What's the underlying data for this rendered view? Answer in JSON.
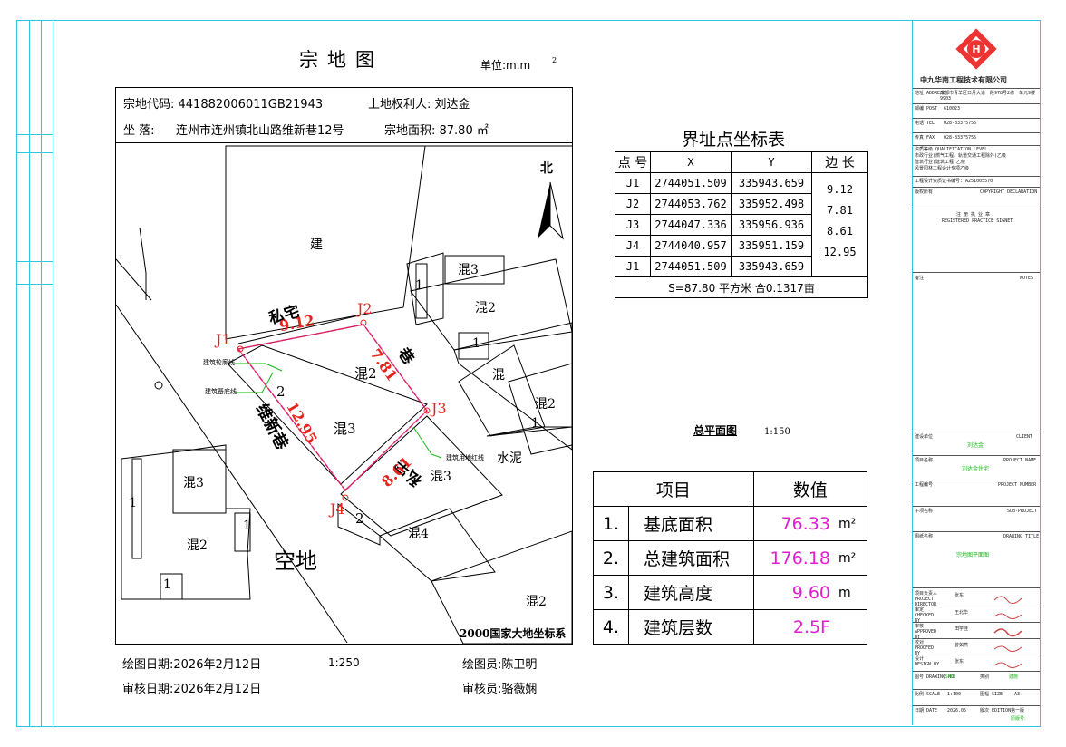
{
  "title_block": {
    "company": "中九华南工程技术有限公司",
    "address_label": "地址 ADDRESS",
    "address": "成都市青羊区日月大道一段978号2栋一单元9楼9903",
    "post_label": "邮编 POST",
    "post": "610023",
    "tel_label": "电话 TEL",
    "tel": "028-83375755",
    "fax_label": "传真 FAX",
    "fax": "028-83375755",
    "qual_label": "资质等级 QUALIFICATION LEVEL",
    "qual_1": "市政行业(燃气工程、轨道交通工程除外)乙级",
    "qual_2": "建筑行业(建筑工程)乙级",
    "qual_3": "风景园林工程设计专项乙级",
    "cert": "工程设计资质证书编号: A251005570",
    "copyright_label": "版权所有",
    "copyright_en": "COPYRIGHT DECLARATION",
    "reg_seal": "注 册 执 业 章",
    "reg_seal_en": "REGISTERED PRACTICE SIGNET",
    "notes_label": "备注:",
    "notes_en": "NOTES",
    "client_label": "建设单位",
    "client_en": "CLIENT",
    "client": "刘达金",
    "project_label": "项目名称",
    "project_en": "PROJECT NAME",
    "project": "刘达金住宅",
    "project_no_label": "工程编号",
    "project_no_en": "PROJECT NUMBER",
    "sub_label": "子项名称",
    "sub_en": "SUB-PROJECT",
    "drawing_title_label": "图纸名称",
    "drawing_title_en": "DRAWING TITLE",
    "drawing_title": "宗地图平面图",
    "roles": [
      {
        "label": "项目负责人 PROJECT DIRECTOR",
        "name": "张东"
      },
      {
        "label": "审定 CHECKED BY",
        "name": "王北华"
      },
      {
        "label": "审核 APPROVED BY",
        "name": "田学佳"
      },
      {
        "label": "校对 PROOFED BY",
        "name": "曾如燕"
      },
      {
        "label": "设计 DESIGN BY",
        "name": "张东"
      }
    ],
    "drawing_no_label": "图号 DRAWING NO.",
    "drawing_no": "JS-01",
    "category_label": "类别",
    "category": "建施",
    "scale_label": "比例 SCALE",
    "scale": "1:100",
    "size_label": "图幅 SIZE",
    "size": "A3",
    "date_label": "日期 DATE",
    "date": "2026.05",
    "edition_label": "版次 EDITION",
    "edition": "第一版",
    "footer_note": "原版号:"
  },
  "map": {
    "title": "宗地图",
    "unit": "单位:m.m",
    "unit_sup": "2",
    "parcel_code": "宗地代码: 441882006011GB21943",
    "owner": "土地权利人: 刘达金",
    "location_label": "坐    落:",
    "location": "连州市连州镇北山路维新巷12号",
    "area": "宗地面积: 87.80 ㎡",
    "north": "北",
    "coord_system": "2000国家大地坐标系",
    "labels": {
      "building_top": "建",
      "hun3_top": "混3",
      "hun2_right": "混2",
      "hun1_right": "1",
      "hun_a": "混",
      "hun2_b": "混2",
      "hun2_parcel": "混2",
      "hun3_parcel": "混3",
      "num2_parcel": "2",
      "cement": "水泥",
      "hun3_lower": "混3",
      "hun4": "混4",
      "hun3_left": "混3",
      "hun2_left": "混2",
      "hun2_bottom": "混2",
      "one_a": "1",
      "one_b": "1",
      "one_c": "1",
      "one_d": "1",
      "one_e": "1",
      "one_small": "1",
      "num2_j4": "2",
      "empty_land": "空地",
      "road_private": "私宅",
      "lane": "巷",
      "weixin_lane": "维新巷",
      "private_lower": "私宅",
      "j1": "J1",
      "j2": "J2",
      "j3": "J3",
      "j4": "J4",
      "len_j1j2": "9.12",
      "len_j2j3": "7.81",
      "len_j3j4": "8.61",
      "len_j4j1": "12.95",
      "bld_outline": "建筑轮廓线",
      "bld_base": "建筑基底线",
      "bld_redline": "建筑用地红线"
    }
  },
  "coord_table": {
    "title": "界址点坐标表",
    "headers": [
      "点 号",
      "X",
      "Y",
      "边 长"
    ],
    "rows": [
      {
        "pt": "J1",
        "x": "2744051.509",
        "y": "335943.659"
      },
      {
        "pt": "J2",
        "x": "2744053.762",
        "y": "335952.498"
      },
      {
        "pt": "J3",
        "x": "2744047.336",
        "y": "335956.936"
      },
      {
        "pt": "J4",
        "x": "2744040.957",
        "y": "335951.159"
      },
      {
        "pt": "J1",
        "x": "2744051.509",
        "y": "335943.659"
      }
    ],
    "lengths": [
      "9.12",
      "7.81",
      "8.61",
      "12.95"
    ],
    "total": "S=87.80 平方米 合0.1317亩"
  },
  "plan": {
    "title": "总平面图",
    "scale": "1:150"
  },
  "stats_table": {
    "headers": [
      "项目",
      "数值"
    ],
    "rows": [
      {
        "no": "1.",
        "item": "基底面积",
        "value": "76.33",
        "unit": "m²"
      },
      {
        "no": "2.",
        "item": "总建筑面积",
        "value": "176.18",
        "unit": "m²"
      },
      {
        "no": "3.",
        "item": "建筑高度",
        "value": "9.60",
        "unit": "m"
      },
      {
        "no": "4.",
        "item": "建筑层数",
        "value": "2.5F",
        "unit": ""
      }
    ]
  },
  "footer": {
    "draw_date": "绘图日期:2026年2月12日",
    "scale": "1:250",
    "drawer": "绘图员:陈卫明",
    "review_date": "审核日期:2026年2月12日",
    "reviewer": "审核员:骆薇娴"
  },
  "colors": {
    "frame": "#2ec7e0",
    "red": "#e8231c",
    "magenta": "#e020d0",
    "green": "#16b616"
  }
}
